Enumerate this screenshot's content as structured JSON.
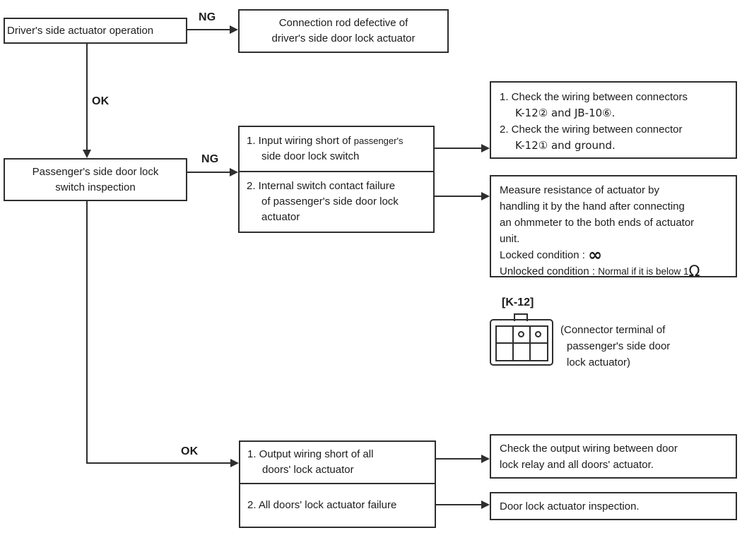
{
  "palette": {
    "ink": "#1c1c1c",
    "line": "#2e2e2e",
    "background": "#ffffff"
  },
  "flowchart": {
    "driver_box": {
      "label": "Driver's side actuator operation"
    },
    "ng1": "NG",
    "rod_box": {
      "line1": "Connection rod defective of",
      "line2": "driver's side door lock actuator"
    },
    "ok1": "OK",
    "passenger_box": {
      "line1": "Passenger's side door lock",
      "line2": "switch inspection"
    },
    "ng2": "NG",
    "cause_box": {
      "item1_prefix": "1. Input wiring short of ",
      "item1_small": "passenger's",
      "item1_line2": "side door lock switch",
      "item2_line1": "2. Internal switch contact failure",
      "item2_line2": "of passenger's side door lock",
      "item2_line3": "actuator"
    },
    "wiring_box": {
      "line1": "1. Check the wiring between connectors",
      "line2": "K-12② and JB-10⑥.",
      "line3": "2. Check the wiring between connector",
      "line4": "K-12① and ground."
    },
    "measure_box": {
      "line1": "Measure resistance of actuator by",
      "line2": "handling it by the hand after connecting",
      "line3": "an ohmmeter to the both ends of actuator",
      "line4": "unit.",
      "locked_label": "Locked condition : ",
      "locked_value": "∞",
      "unlocked_label": "Unlocked condition : ",
      "unlocked_value": "Normal if it is below 1",
      "unlocked_unit": "Ω"
    },
    "connector": {
      "title": "[K-12]",
      "caption_line1": "(Connector terminal of",
      "caption_line2": "passenger's side door",
      "caption_line3": "lock actuator)"
    },
    "ok2": "OK",
    "output_box": {
      "item1_line1": "1. Output wiring short of all",
      "item1_line2": "doors' lock actuator",
      "item2": "2. All doors' lock actuator failure"
    },
    "check_output_box": {
      "line1": "Check the output wiring between door",
      "line2": "lock relay and all doors' actuator."
    },
    "inspection_box": {
      "label": "Door lock actuator inspection."
    }
  }
}
